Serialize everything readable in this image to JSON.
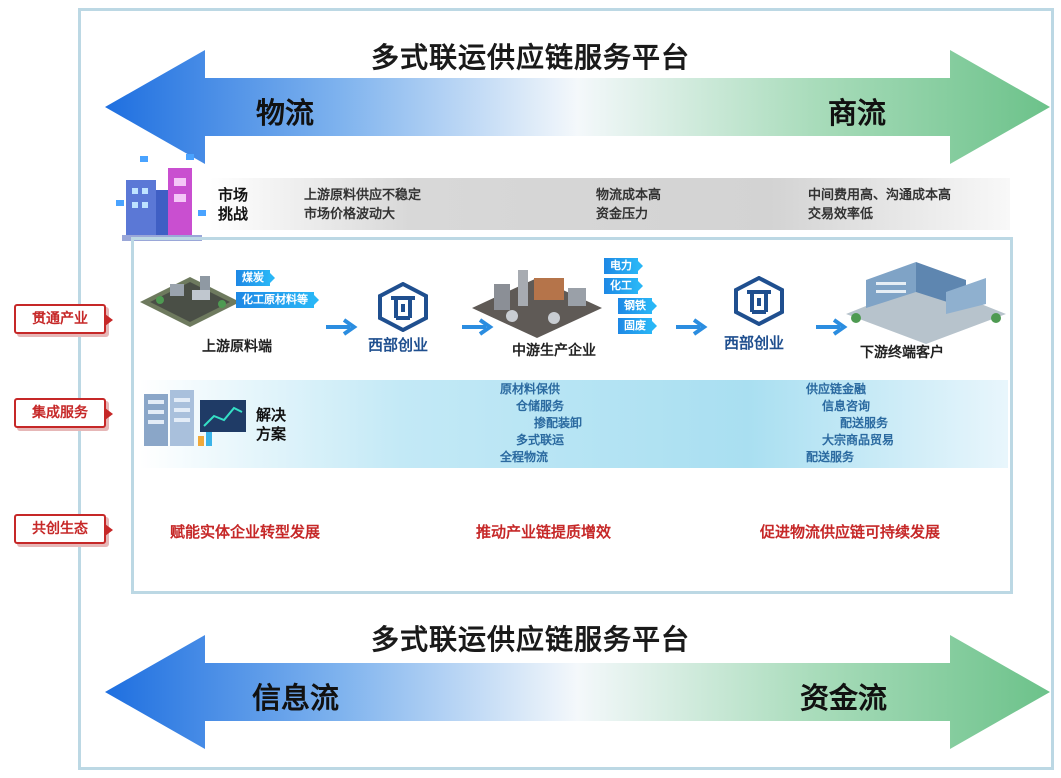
{
  "platform_title_top": "多式联运供应链服务平台",
  "platform_title_bottom": "多式联运供应链服务平台",
  "flows_top": {
    "left": "物流",
    "right": "商流"
  },
  "flows_bottom": {
    "left": "信息流",
    "right": "资金流"
  },
  "challenge": {
    "title": "市场\n挑战",
    "groups": [
      [
        "上游原料供应不稳定",
        "市场价格波动大"
      ],
      [
        "物流成本高",
        "资金压力"
      ],
      [
        "中间费用高、沟通成本高",
        "交易效率低"
      ]
    ]
  },
  "side_tags": [
    "贯通产业",
    "集成服务",
    "共创生态"
  ],
  "chain": {
    "upstream": {
      "label": "上游原料端",
      "chips": [
        "煤炭",
        "化工原材料等"
      ]
    },
    "brand1": "西部创业",
    "midstream": {
      "label": "中游生产企业",
      "chips": [
        "电力",
        "化工",
        "钢铁",
        "固废"
      ]
    },
    "brand2": "西部创业",
    "downstream": {
      "label": "下游终端客户"
    }
  },
  "solution": {
    "title": "解决\n方案",
    "group1": [
      "原材料保供",
      "仓储服务",
      "掺配装卸",
      "多式联运",
      "全程物流"
    ],
    "group2": [
      "供应链金融",
      "信息咨询",
      "配送服务",
      "大宗商品贸易",
      "配送服务"
    ]
  },
  "ecosystem": [
    "赋能实体企业转型发展",
    "推动产业链提质增效",
    "促进物流供应链可持续发展"
  ],
  "colors": {
    "arrow_blue": "#1e6fe0",
    "arrow_green": "#6cc28a",
    "tag_red": "#c62828",
    "brand_blue": "#1f4f8f"
  }
}
